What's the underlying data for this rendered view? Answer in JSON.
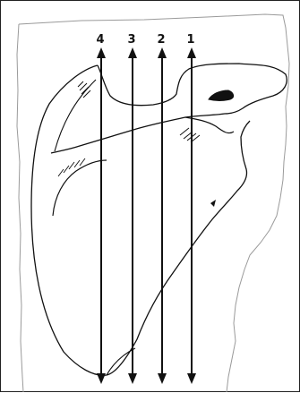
{
  "figure": {
    "arrow_labels": [
      "4",
      "3",
      "2",
      "1"
    ]
  }
}
